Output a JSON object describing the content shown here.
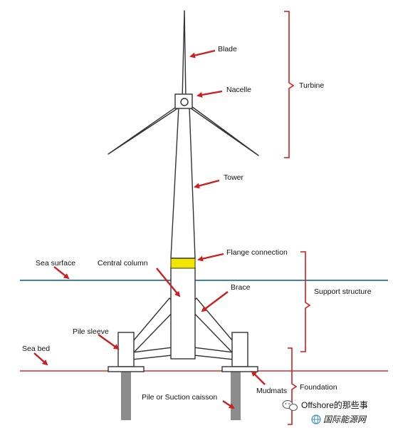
{
  "colors": {
    "arrow": "#cc1f1f",
    "sea_surface_line": "#2c6f8f",
    "sea_bed_line": "#cc3333",
    "structure_stroke": "#333333",
    "flange": "#f2e600",
    "pile": "#8c8c8c",
    "watermark": "#3a8fc7"
  },
  "labels": {
    "blade": "Blade",
    "nacelle": "Nacelle",
    "tower": "Tower",
    "flange_connection": "Flange connection",
    "central_column": "Central column",
    "brace": "Brace",
    "pile_sleeve": "Pile sleeve",
    "mudmats": "Mudmats",
    "pile_or_suction_caisson": "Pile or Suction caisson",
    "sea_surface": "Sea surface",
    "sea_bed": "Sea bed"
  },
  "groups": {
    "turbine": "Turbine",
    "support_structure": "Support structure",
    "foundation": "Foundation"
  },
  "watermark": {
    "text_a": "Offshore的那些事",
    "text_b": "国际能源网",
    "icon": "wechat-icon"
  }
}
